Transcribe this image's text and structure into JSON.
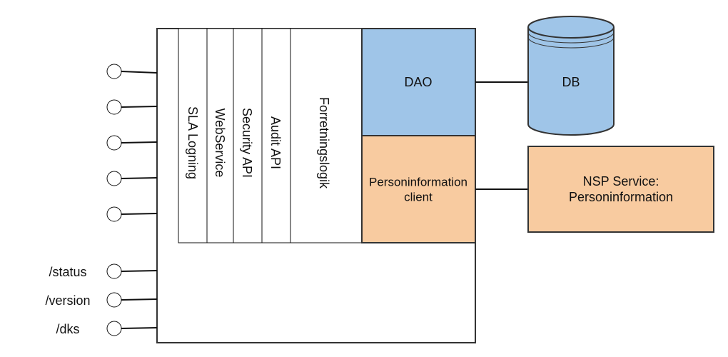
{
  "diagram": {
    "main_component": {
      "layers": [
        {
          "label": "SLA Logning"
        },
        {
          "label": "WebService"
        },
        {
          "label": "Security API"
        },
        {
          "label": "Audit API"
        },
        {
          "label": "Forretningslogik"
        }
      ],
      "dao": {
        "label": "DAO",
        "color": "#9fc5e8"
      },
      "client": {
        "label_line1": "Personinformation",
        "label_line2": "client",
        "color": "#f8cba0"
      }
    },
    "interfaces": {
      "unlabeled_count": 5,
      "labeled": [
        {
          "label": "/status"
        },
        {
          "label": "/version"
        },
        {
          "label": "/dks"
        }
      ]
    },
    "database": {
      "label": "DB",
      "color": "#9fc5e8"
    },
    "external_service": {
      "label_line1": "NSP Service:",
      "label_line2": "Personinformation",
      "color": "#f8cba0"
    },
    "connections": [
      {
        "from": "DAO",
        "to": "DB"
      },
      {
        "from": "Personinformation client",
        "to": "NSP Service: Personinformation"
      }
    ]
  }
}
